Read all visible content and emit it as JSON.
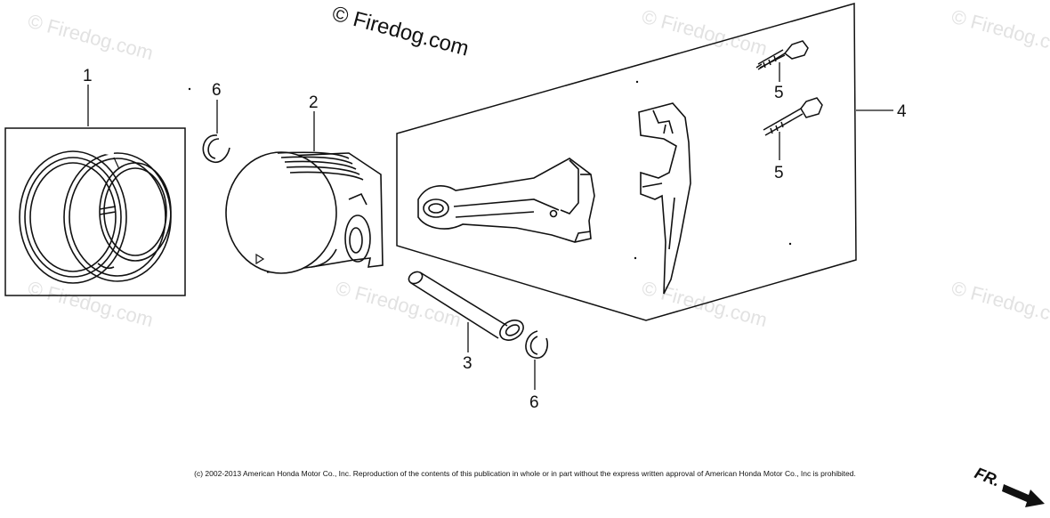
{
  "watermark": {
    "main": "© Firedog.com",
    "faint": "© Firedog.com"
  },
  "callouts": {
    "piston_ring_set": "1",
    "piston": "2",
    "piston_pin": "3",
    "connecting_rod_set": "4",
    "rod_bolt_top": "5",
    "rod_bolt_bottom": "5",
    "pin_clip_top": "6",
    "pin_clip_bottom": "6"
  },
  "copyright": "(c) 2002-2013 American Honda Motor Co., Inc. Reproduction of the contents of this publication in whole or in part without the express written approval of American Honda Motor Co., Inc is prohibited.",
  "direction_label": "FR."
}
